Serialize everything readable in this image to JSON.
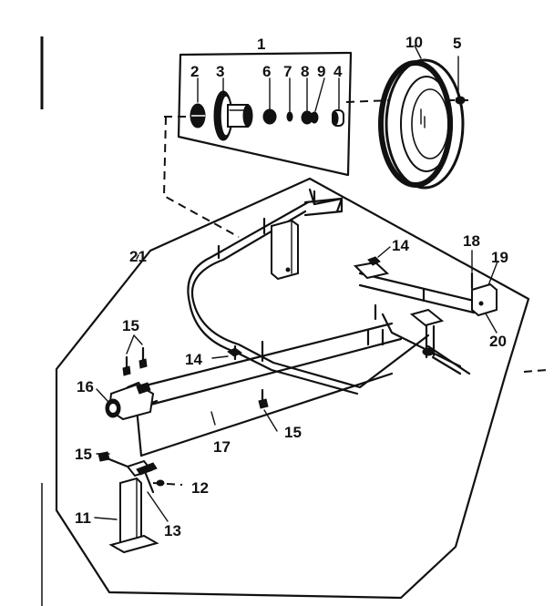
{
  "labels": {
    "l1": "1",
    "l2": "2",
    "l3": "3",
    "l4": "4",
    "l5": "5",
    "l6": "6",
    "l7": "7",
    "l8": "8",
    "l9": "9",
    "l10": "10",
    "l11": "11",
    "l12": "12",
    "l13": "13",
    "l14a": "14",
    "l14b": "14",
    "l15a": "15",
    "l15b": "15",
    "l15c": "15",
    "l16": "16",
    "l17": "17",
    "l18": "18",
    "l19": "19",
    "l20": "20",
    "l21": "21"
  }
}
